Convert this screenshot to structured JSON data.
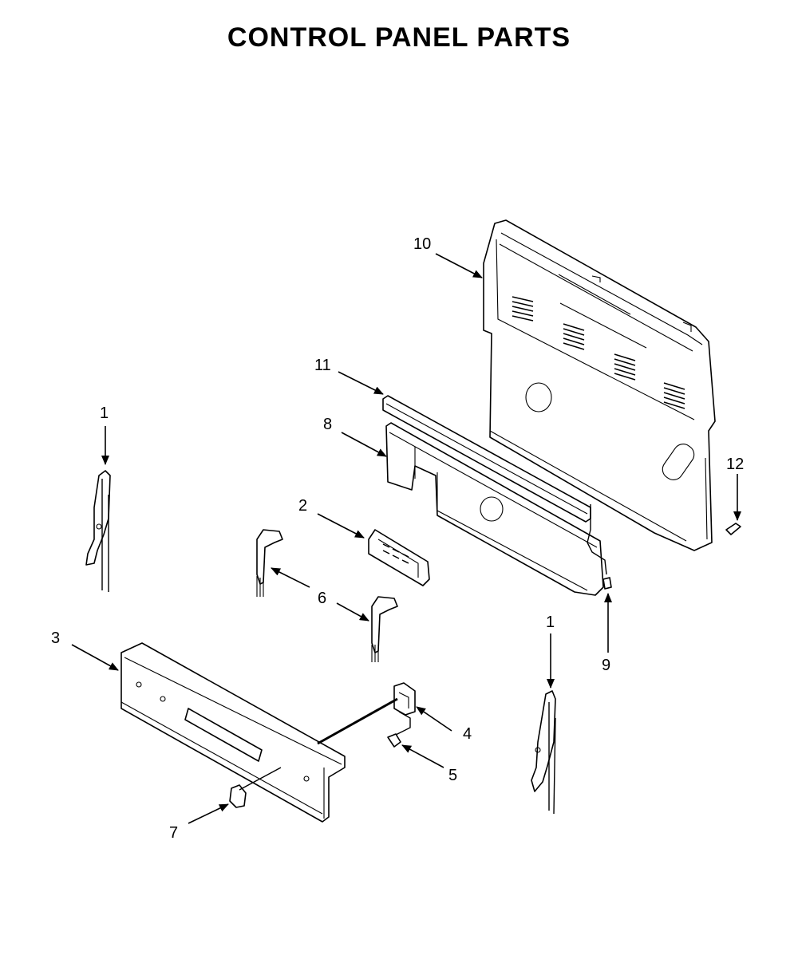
{
  "title": "CONTROL PANEL PARTS",
  "callouts": {
    "c1a": "1",
    "c1b": "1",
    "c2": "2",
    "c3": "3",
    "c4": "4",
    "c5": "5",
    "c6": "6",
    "c7": "7",
    "c8": "8",
    "c9": "9",
    "c10": "10",
    "c11": "11",
    "c12": "12"
  }
}
